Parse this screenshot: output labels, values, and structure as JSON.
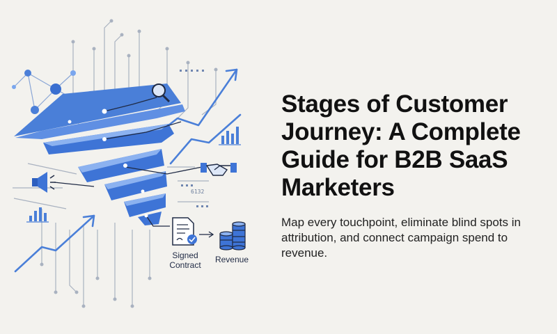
{
  "headline": "Stages of Customer Journey: A Complete Guide for B2B SaaS Marketers",
  "subheadline": "Map every touchpoint, eliminate blind spots in attribution, and connect campaign spend to revenue.",
  "illustration": {
    "labels": {
      "signed_contract": "Signed Contract",
      "revenue": "Revenue",
      "number_tag": "6132"
    },
    "icons": [
      "magnifier-icon",
      "handshake-icon",
      "megaphone-icon",
      "document-check-icon",
      "coin-stack-icon",
      "bar-chart-icon",
      "trend-arrow-icon",
      "network-nodes-icon"
    ]
  },
  "colors": {
    "background": "#f3f2ee",
    "funnel_blue": "#3e74d6",
    "funnel_light": "#7aa6ee",
    "line_gray": "#9fa8b6",
    "navy": "#1f2a44",
    "text": "#111111"
  }
}
